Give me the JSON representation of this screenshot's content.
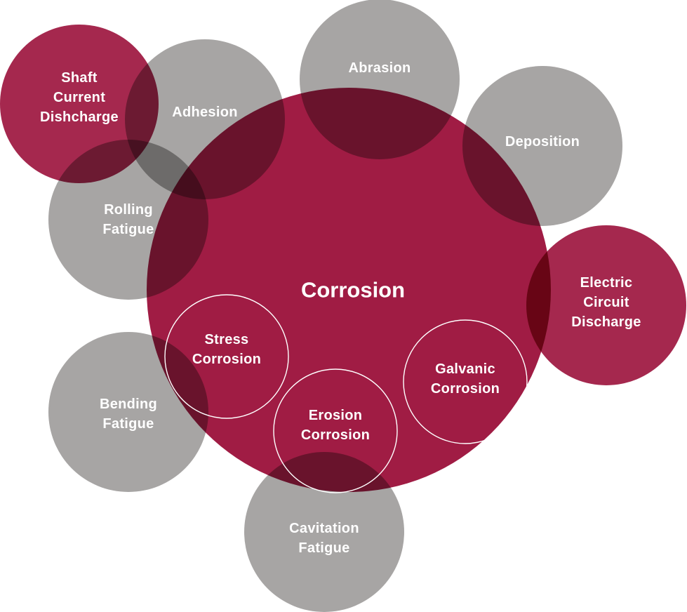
{
  "colors": {
    "gray": "#8e8c8b",
    "crimson": "#a01c44",
    "outline": "#ffffff"
  },
  "center": {
    "label": "Corrosion"
  },
  "outer_nodes": [
    {
      "id": "abrasion",
      "lines": [
        "Abrasion"
      ],
      "color": "gray"
    },
    {
      "id": "adhesion",
      "lines": [
        "Adhesion"
      ],
      "color": "gray"
    },
    {
      "id": "deposition",
      "lines": [
        "Deposition"
      ],
      "color": "gray"
    },
    {
      "id": "rolling-fatigue",
      "lines": [
        "Rolling",
        "Fatigue"
      ],
      "color": "gray"
    },
    {
      "id": "bending-fatigue",
      "lines": [
        "Bending",
        "Fatigue"
      ],
      "color": "gray"
    },
    {
      "id": "cavitation-fatigue",
      "lines": [
        "Cavitation",
        "Fatigue"
      ],
      "color": "gray"
    },
    {
      "id": "shaft-current-discharge",
      "lines": [
        "Shaft",
        "Current",
        "Dishcharge"
      ],
      "color": "crimson"
    },
    {
      "id": "electric-circuit-discharge",
      "lines": [
        "Electric",
        "Circuit",
        "Discharge"
      ],
      "color": "crimson"
    }
  ],
  "inner_nodes": [
    {
      "id": "stress-corrosion",
      "lines": [
        "Stress",
        "Corrosion"
      ]
    },
    {
      "id": "erosion-corrosion",
      "lines": [
        "Erosion",
        "Corrosion"
      ]
    },
    {
      "id": "galvanic-corrosion",
      "lines": [
        "Galvanic",
        "Corrosion"
      ]
    }
  ]
}
